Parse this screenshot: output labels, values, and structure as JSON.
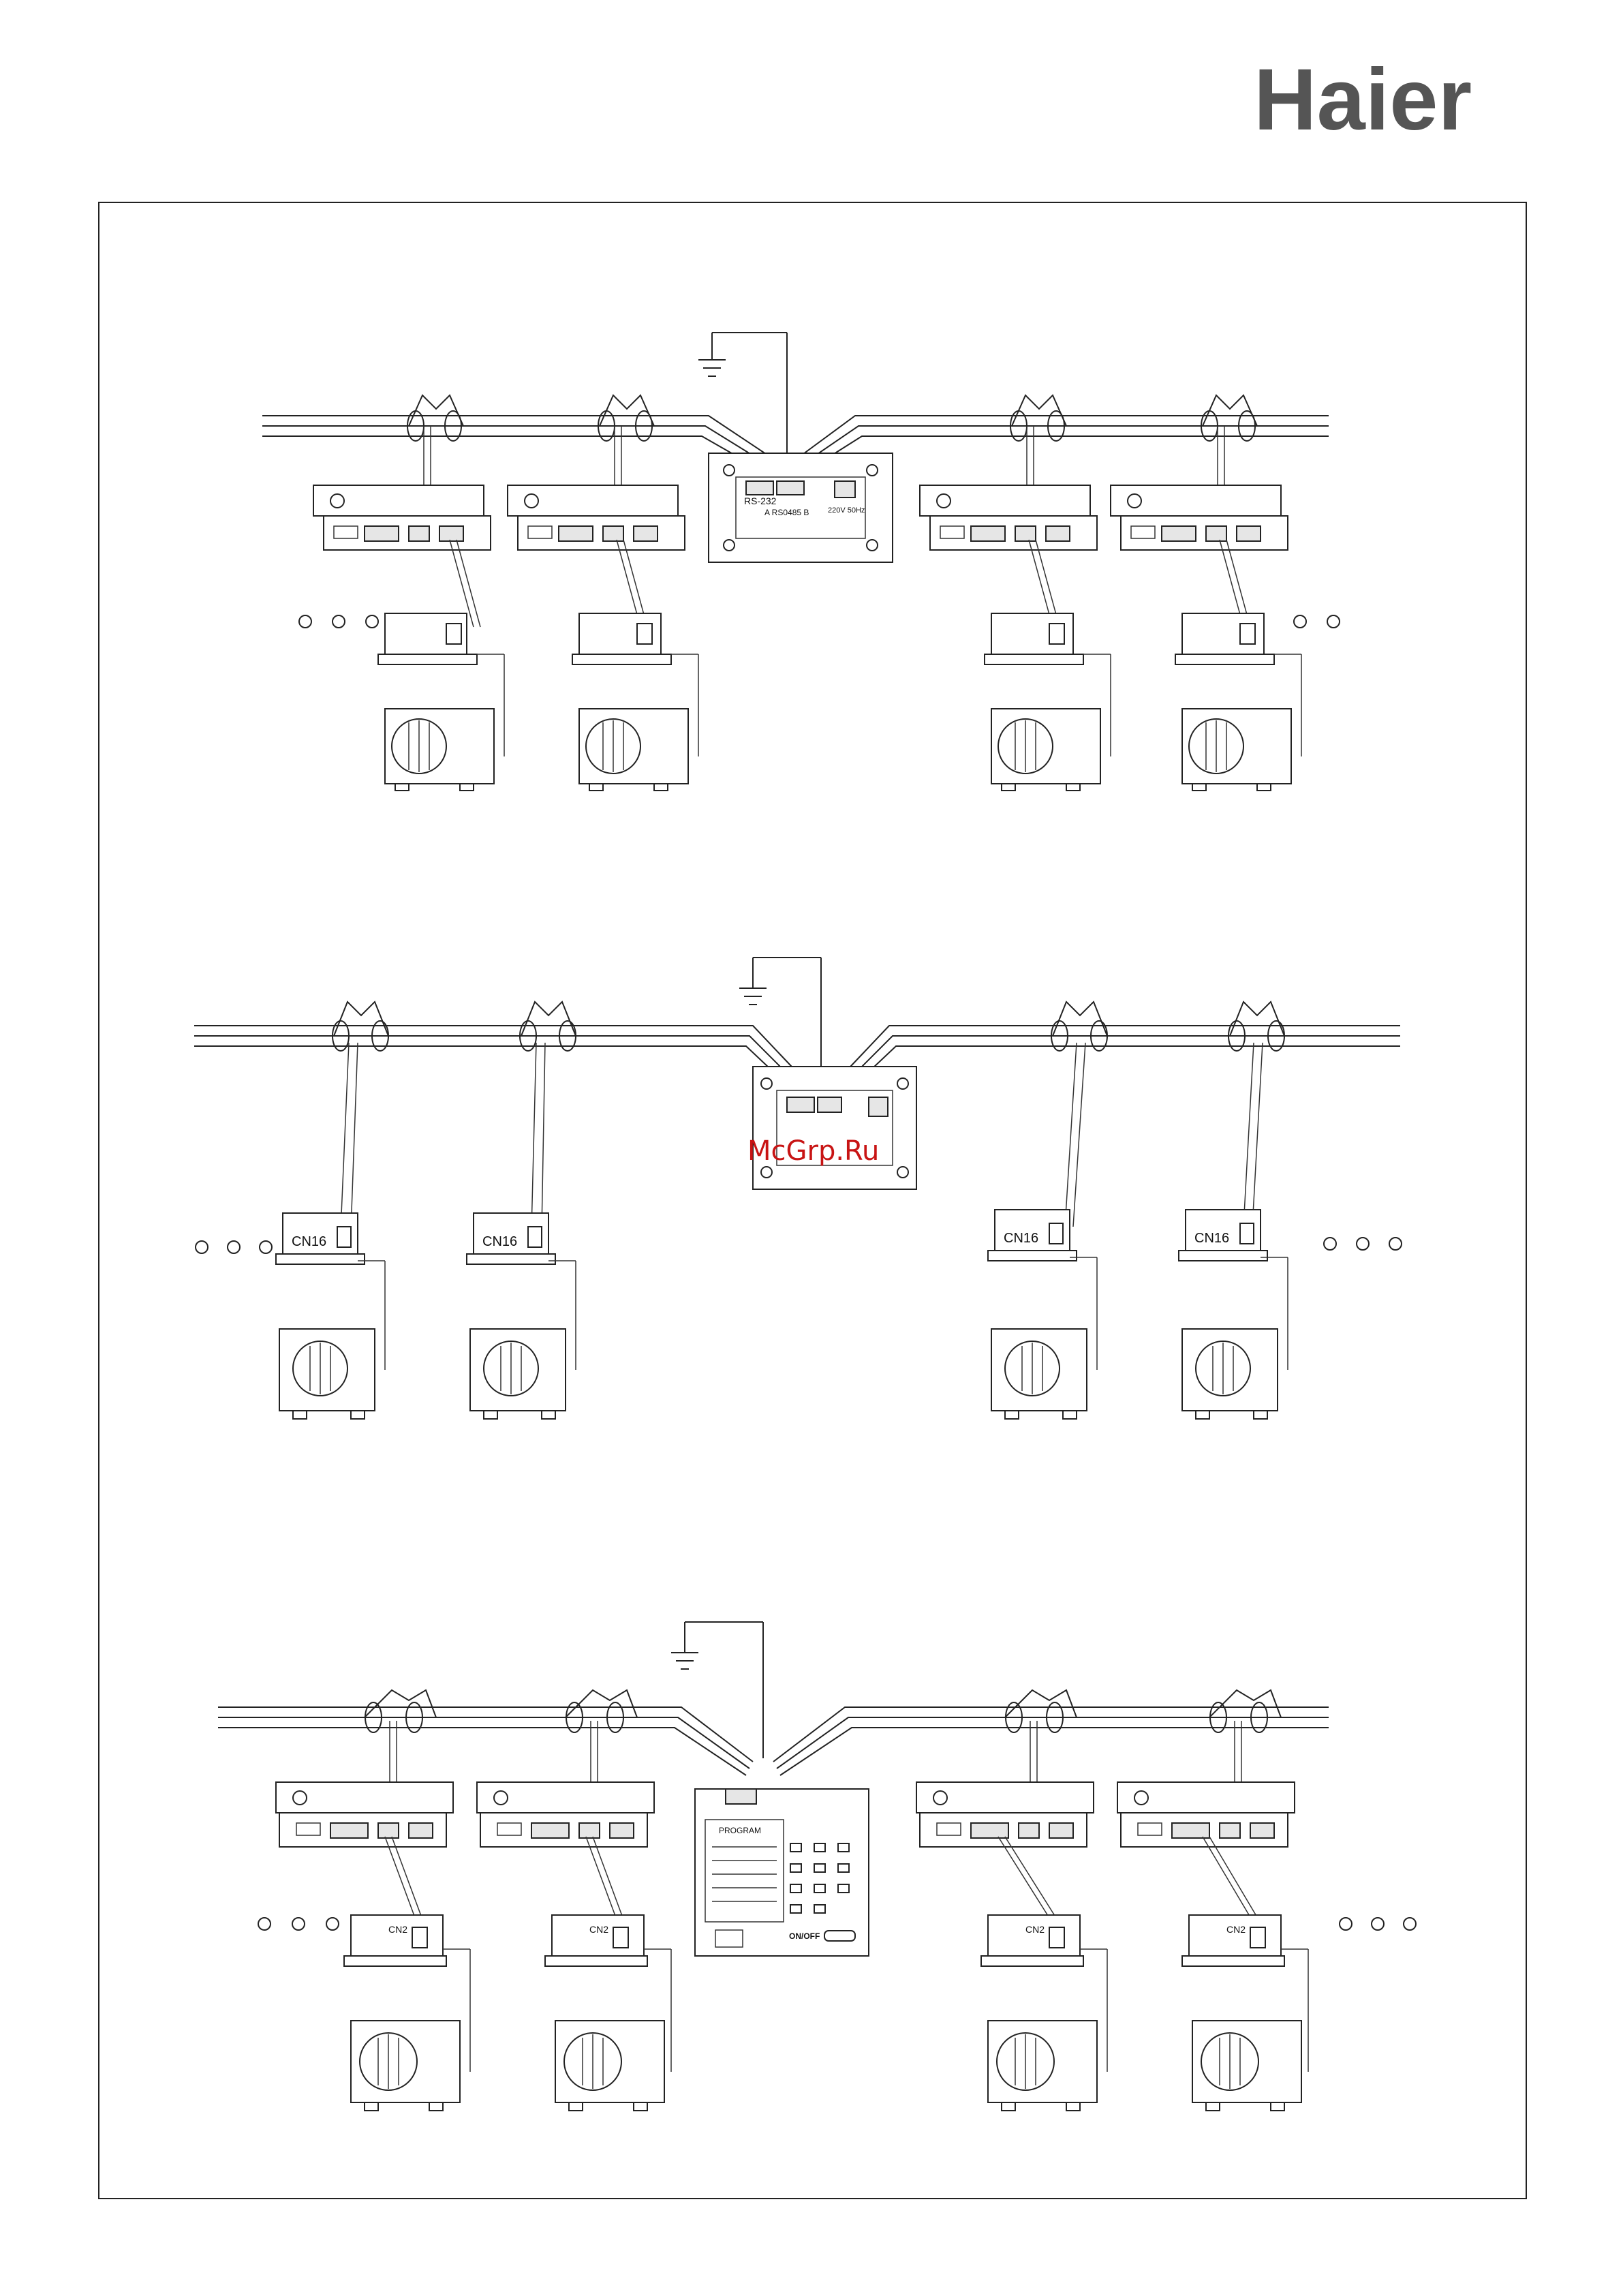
{
  "brand": {
    "logo_text": "Haier"
  },
  "diagram_top": {
    "gateway_labels": {
      "rs232": "RS-232",
      "rs485": "A RS0485 B",
      "power": "220V 50Hz"
    }
  },
  "diagram_middle": {
    "connector_label": "CN16",
    "watermark": "McGrp.Ru"
  },
  "diagram_bottom": {
    "connector_label": "CN2",
    "controller": {
      "program_label": "PROGRAM",
      "onoff_label": "ON/OFF"
    }
  },
  "icons": [
    "haier-logo",
    "ground-symbol-icon",
    "outdoor-unit-icon",
    "indoor-unit-icon",
    "wire-clamp-icon",
    "ellipsis-dots-icon"
  ]
}
